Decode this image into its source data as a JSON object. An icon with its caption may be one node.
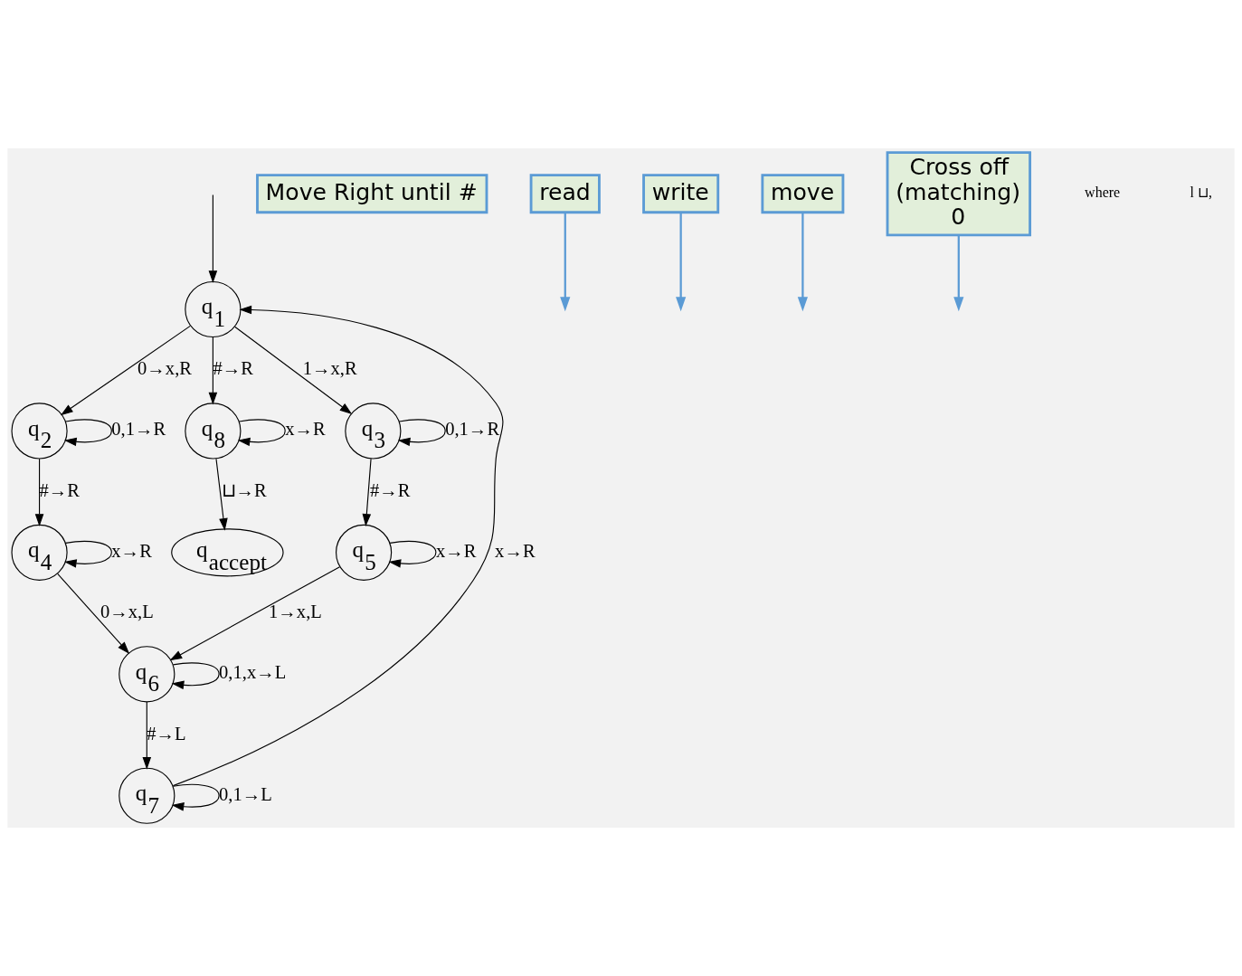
{
  "diagram": {
    "nodes": [
      {
        "text": [
          "q$_{1}$"
        ]
      },
      {
        "text": [
          "q$_{2}$"
        ]
      },
      {
        "text": [
          "q$_{8}$"
        ]
      },
      {
        "text": [
          "q$_{3}$"
        ]
      },
      {
        "text": [
          "q$_{4}$"
        ]
      },
      {
        "text": [
          "q$_{accept}$"
        ]
      },
      {
        "text": [
          "q$_{5}$"
        ]
      },
      {
        "text": [
          "q$_{6}$"
        ]
      },
      {
        "text": [
          "q$_{7}$"
        ]
      },
      {
        "text": [
          "Move Right until #"
        ]
      },
      {
        "text": [
          "read"
        ]
      },
      {
        "text": [
          "write"
        ]
      },
      {
        "text": [
          "move"
        ]
      },
      {
        "text": [
          "Cross off",
          "(matching)",
          "0"
        ]
      }
    ],
    "edges": [
      {
        "from": null,
        "to": 0,
        "arrow": "to"
      },
      {
        "from": 0,
        "to": 1,
        "arrow": "to",
        "label": "0→x,R"
      },
      {
        "from": 0,
        "to": 2,
        "arrow": "to",
        "label": "#→R"
      },
      {
        "from": 0,
        "to": 3,
        "arrow": "to",
        "label": "1→x,R"
      },
      {
        "from": 1,
        "to": 1,
        "arrow": "to",
        "label": "0,1→R"
      },
      {
        "from": 2,
        "to": 2,
        "arrow": "to",
        "label": "x→R"
      },
      {
        "from": 3,
        "to": 3,
        "arrow": "to",
        "label": "0,1→R"
      },
      {
        "from": 1,
        "to": 4,
        "arrow": "to",
        "label": "#→R"
      },
      {
        "from": 2,
        "to": 5,
        "arrow": "to",
        "label": "⊔→R"
      },
      {
        "from": 3,
        "to": 6,
        "arrow": "to",
        "label": "#→R"
      },
      {
        "from": 4,
        "to": 4,
        "arrow": "to",
        "label": "x→R"
      },
      {
        "from": 6,
        "to": 6,
        "arrow": "to",
        "label": "x→R"
      },
      {
        "from": 4,
        "to": 7,
        "arrow": "to",
        "label": "0→x,L"
      },
      {
        "from": 6,
        "to": 7,
        "arrow": "to",
        "label": "1→x,L"
      },
      {
        "from": 7,
        "to": 7,
        "arrow": "to",
        "label": "0,1,x→L"
      },
      {
        "from": 7,
        "to": 8,
        "arrow": "to",
        "label": "#→L"
      },
      {
        "from": 8,
        "to": 8,
        "arrow": "to",
        "label": "0,1→L"
      },
      {
        "from": 8,
        "to": 0,
        "arrow": "to",
        "label": "x→R"
      },
      {
        "from": 10,
        "to": null,
        "arrow": "to",
        "color": "#5b9bd5"
      },
      {
        "from": 11,
        "to": null,
        "arrow": "to",
        "color": "#5b9bd5"
      },
      {
        "from": 12,
        "to": null,
        "arrow": "to",
        "color": "#5b9bd5"
      },
      {
        "from": 13,
        "to": null,
        "arrow": "to",
        "color": "#5b9bd5"
      }
    ],
    "labels": [
      "where",
      "l ⊔,"
    ]
  }
}
